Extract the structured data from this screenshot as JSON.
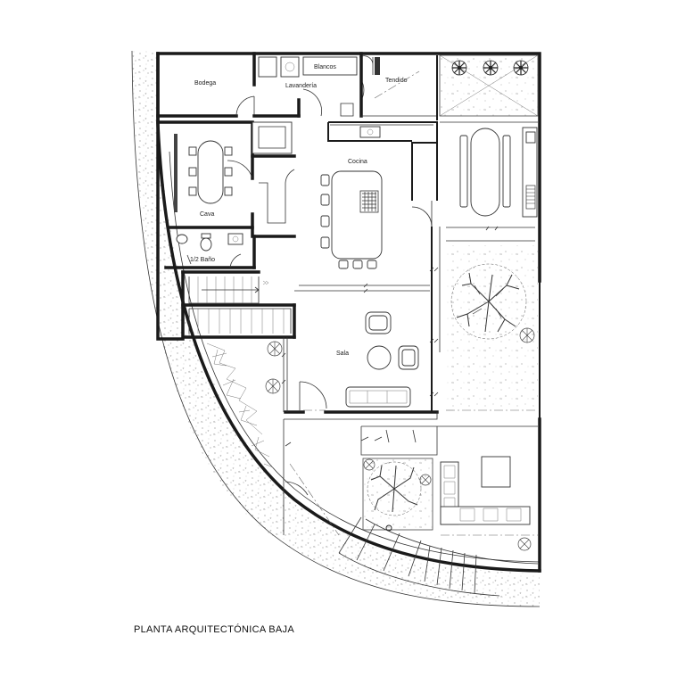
{
  "drawing": {
    "title": "PLANTA ARQUITECTÓNICA BAJA"
  },
  "rooms": {
    "bodega": "Bodega",
    "lavanderia": "Lavandería",
    "blancos": "Blancos",
    "tendido": "Tendido",
    "cocina": "Cocina",
    "cava": "Cava",
    "medio_bano": "1/2 Baño",
    "sala": "Sala"
  }
}
